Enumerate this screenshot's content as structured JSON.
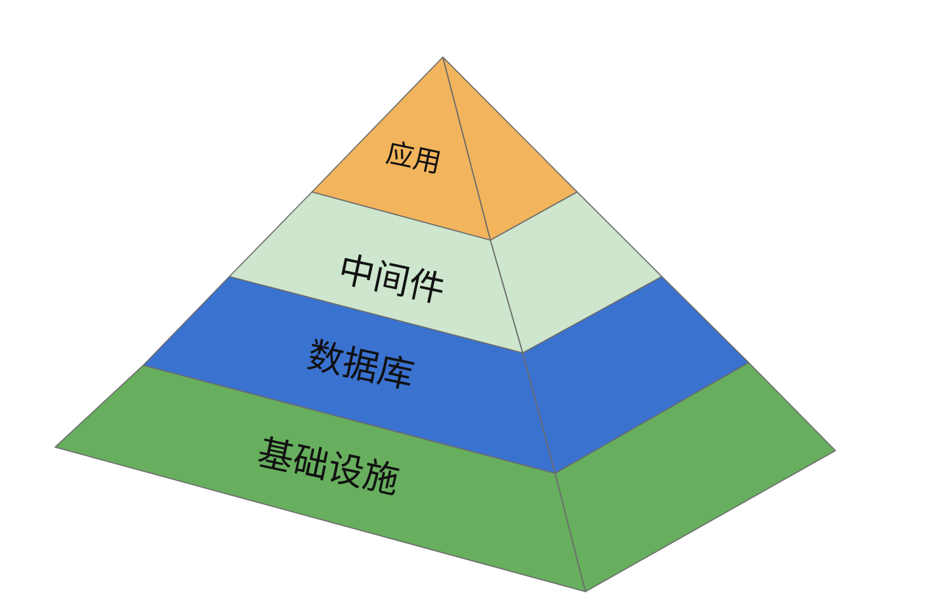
{
  "layers": [
    {
      "label": "应用",
      "front_color": "#F2B45C",
      "side_color": "#F2B45C"
    },
    {
      "label": "中间件",
      "front_color": "#CDE6CD",
      "side_color": "#CDE6CD"
    },
    {
      "label": "数据库",
      "front_color": "#3A72D0",
      "side_color": "#3A72D0"
    },
    {
      "label": "基础设施",
      "front_color": "#67AF5E",
      "side_color": "#67AF5E"
    }
  ]
}
